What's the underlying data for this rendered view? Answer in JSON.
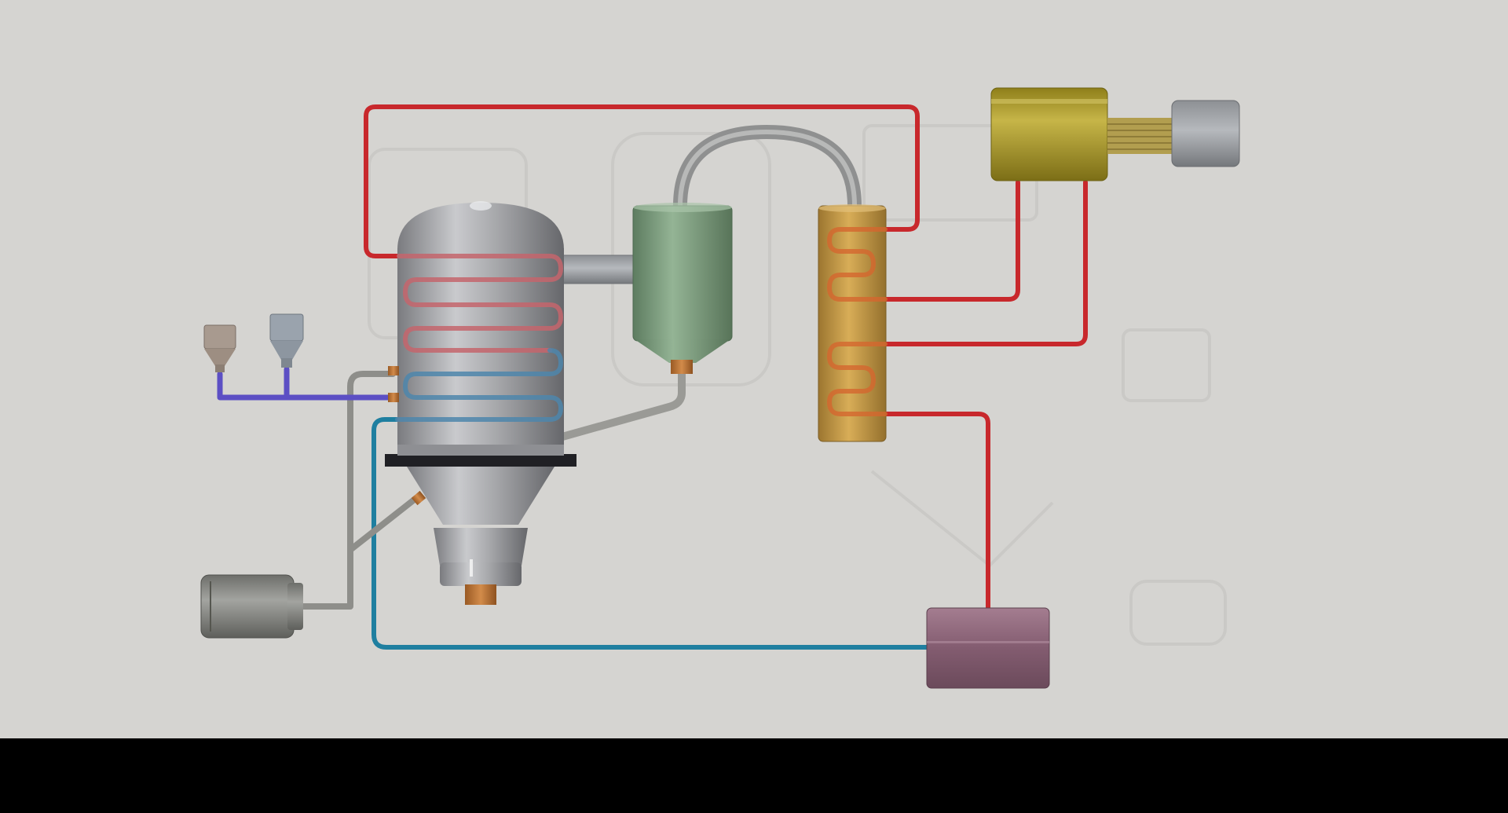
{
  "scene": {
    "background_color": "#d5d4d1",
    "letterbox_color": "#000000"
  },
  "components": [
    {
      "id": "reactor",
      "icon": "reactor-vessel-icon",
      "color": "#a9aaad"
    },
    {
      "id": "cyclone-separator",
      "icon": "cyclone-separator-icon",
      "color": "#7e9e80"
    },
    {
      "id": "condenser",
      "icon": "condenser-column-icon",
      "color": "#c79a44"
    },
    {
      "id": "heater-motor",
      "icon": "heater-motor-icon",
      "color": "#a8962a"
    },
    {
      "id": "collection-tank",
      "icon": "collection-tank-icon",
      "color": "#8d6477"
    },
    {
      "id": "blower",
      "icon": "blower-icon",
      "color": "#8c8c88"
    },
    {
      "id": "feed-hopper-left",
      "icon": "hopper-icon",
      "color": "#a89a8f"
    },
    {
      "id": "feed-hopper-right",
      "icon": "hopper-icon",
      "color": "#9aa3ad"
    },
    {
      "id": "pump",
      "icon": "pump-icon",
      "color": "#9a9ca0"
    }
  ],
  "pipe_colors": {
    "hot_loop": "#c8282c",
    "cold_return": "#1f7fa0",
    "feed_line": "#5c4fc4",
    "vapor_line": "#9a9a96",
    "air_line": "#8e8e8a"
  }
}
